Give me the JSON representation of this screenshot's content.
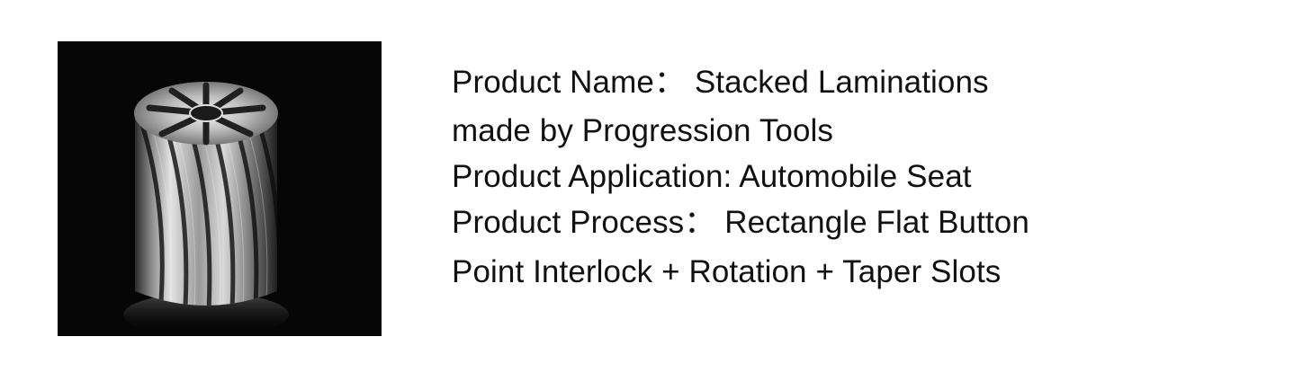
{
  "image": {
    "icon": "stacked-laminations-rotor-photo",
    "background_color": "#070707",
    "metal_color": "#c8c8c8"
  },
  "product": {
    "lines": [
      "Product Name： Stacked Laminations",
      "made by Progression Tools",
      "Product Application: Automobile Seat",
      "Product Process： Rectangle Flat Button",
      "Point Interlock + Rotation + Taper Slots"
    ]
  }
}
